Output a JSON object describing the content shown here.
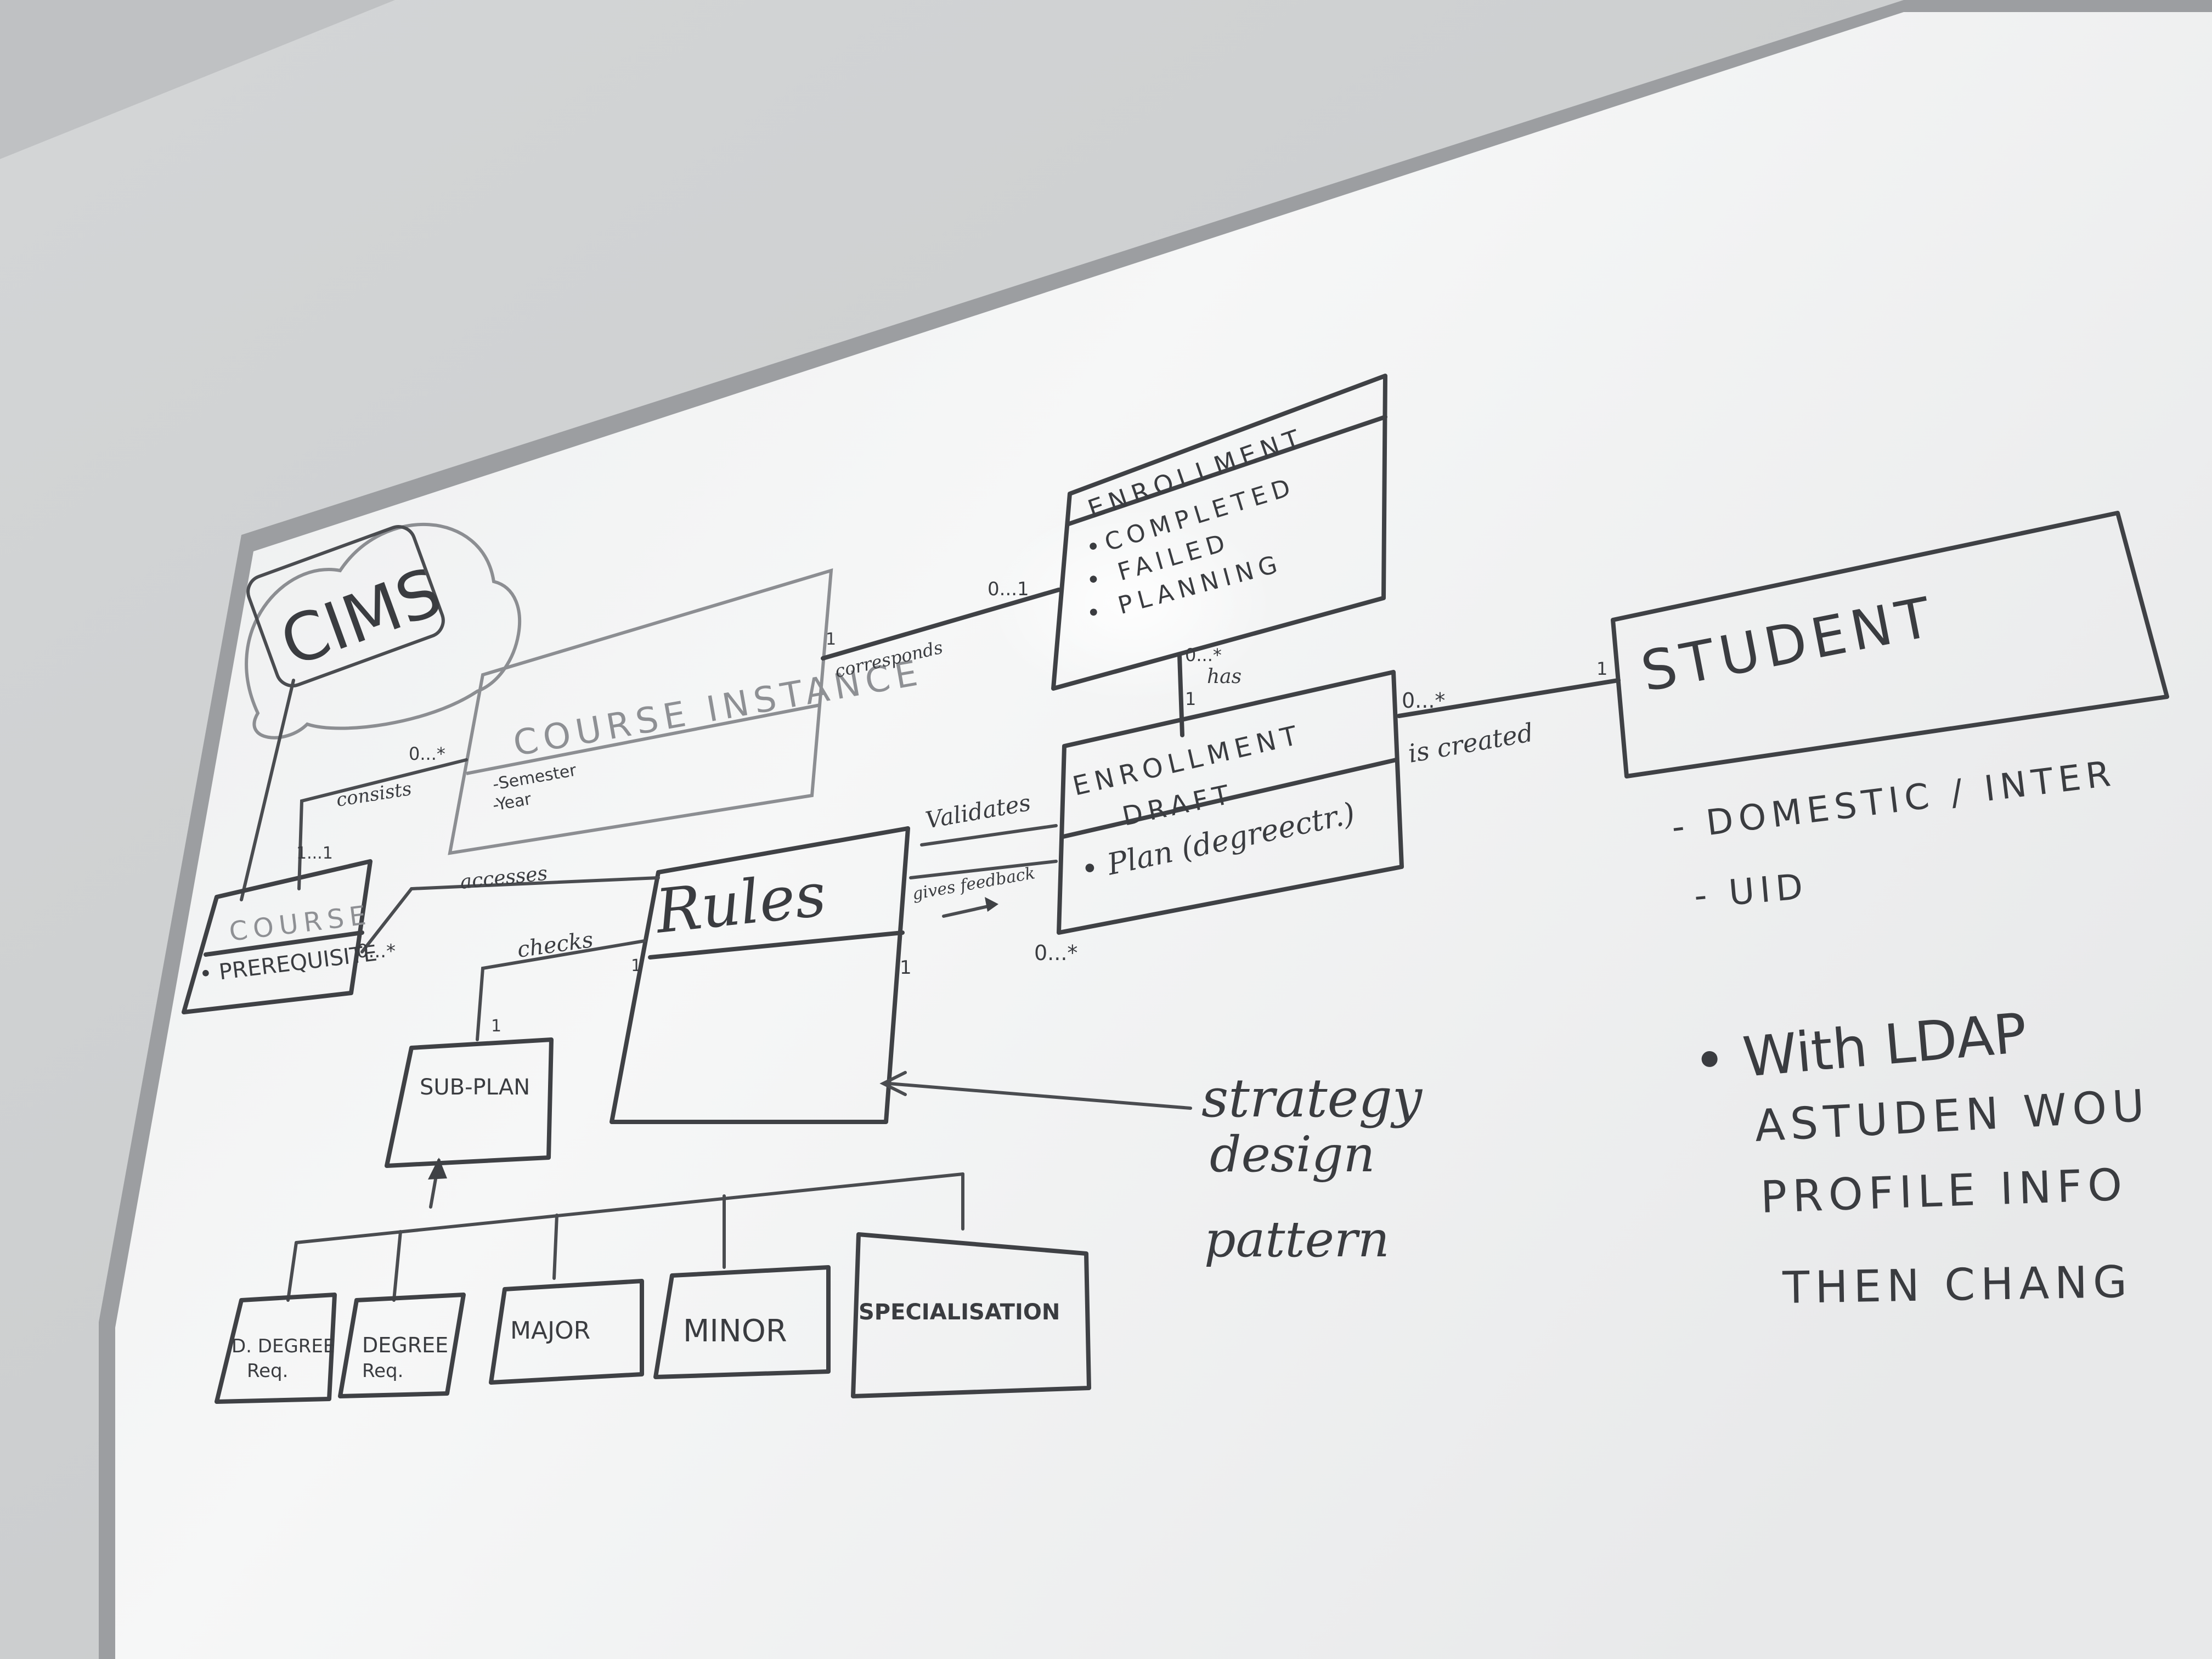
{
  "cloud": {
    "label": "CIMS"
  },
  "classes": {
    "course_instance": {
      "name": "COURSE INSTANCE",
      "attributes": [
        "-Semester",
        "-Year"
      ]
    },
    "enrollment": {
      "name": "ENROLLMENT",
      "attributes": [
        "•COMPLETED",
        "• FAILED",
        "• PLANNING"
      ]
    },
    "enrollment_draft": {
      "name_line1": "ENROLLMENT",
      "name_line2": "DRAFT",
      "attribute": "• Plan (degreectr.)"
    },
    "student": {
      "name": "STUDENT",
      "attributes": [
        "- DOMESTIC / INTER",
        "- UID"
      ]
    },
    "course": {
      "name": "COURSE",
      "attribute": "• PREREQUISITE"
    },
    "rules": {
      "name": "Rules"
    },
    "sub_plan": {
      "name": "SUB-PLAN"
    },
    "subclasses": [
      {
        "line1": "D. DEGREE",
        "line2": "Req."
      },
      {
        "line1": "DEGREE",
        "line2": "Req."
      },
      {
        "line1": "MAJOR",
        "line2": ""
      },
      {
        "line1": "MINOR",
        "line2": ""
      },
      {
        "line1": "SPECIALISATION",
        "line2": ""
      }
    ]
  },
  "relations": {
    "corresponds": {
      "label": "corresponds",
      "mult_left": "1",
      "mult_right": "0...1"
    },
    "has": {
      "label": "has",
      "mult_top": "0...*",
      "mult_bottom": "1"
    },
    "is_created": {
      "label": "is created",
      "mult_left": "0...*",
      "mult_right": "1"
    },
    "validates": {
      "label": "Validates"
    },
    "gives_feedback": {
      "label": "gives feedback",
      "mult": "0...*",
      "mult_rules": "1"
    },
    "consists": {
      "label": "consists",
      "mult_top": "0...*",
      "mult_bottom": "1...1"
    },
    "accesses": {
      "label": "accesses",
      "mult_course": "0...*"
    },
    "checks": {
      "label": "checks",
      "mult_subplan": "1",
      "mult_rules": "1"
    }
  },
  "annotation": {
    "line1": "strategy",
    "line2": "design",
    "line3": "pattern"
  },
  "notes": {
    "line1": "• With LDAP",
    "line2": "ASTUDEN WOU",
    "line3": "PROFILE INFO",
    "line4": "THEN CHANG"
  }
}
